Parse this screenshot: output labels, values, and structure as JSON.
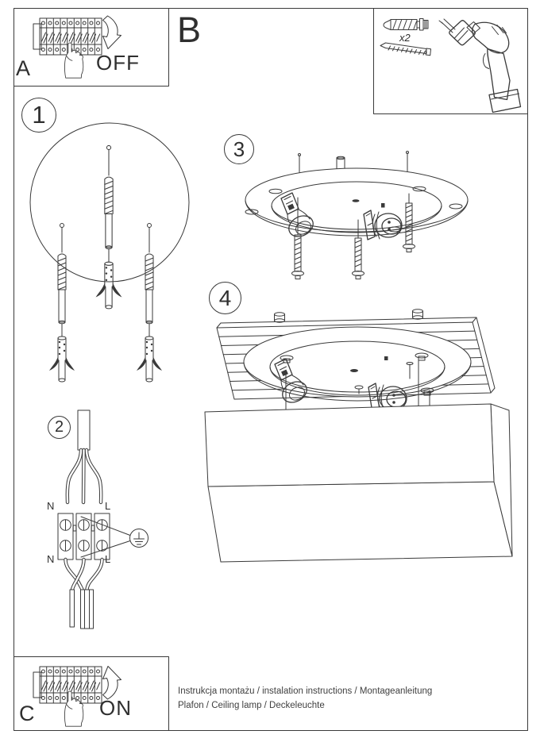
{
  "colors": {
    "background": "#ffffff",
    "line": "#3a3a3a",
    "text": "#2f2f2f"
  },
  "panel_a": {
    "label": "A",
    "state": "OFF"
  },
  "panel_b": {
    "label": "B",
    "quantity": "x2"
  },
  "panel_c": {
    "label": "C",
    "state": "ON"
  },
  "steps": {
    "s1": "1",
    "s2": "2",
    "s3": "3",
    "s4": "4"
  },
  "wiring": {
    "n_top": "N",
    "l_top": "L",
    "n_bottom": "N",
    "l_bottom": "L"
  },
  "footer": {
    "line1": "Instrukcja montażu / instalation instructions / Montageanleitung",
    "line2": "Plafon / Ceiling lamp / Deckeleuchte"
  },
  "icons": {
    "breaker-panel-icon": "row of circuit breakers",
    "pressing-hand-icon": "hand pressing breaker switch",
    "curved-arrow-down-icon": "arrow toward OFF",
    "curved-arrow-up-icon": "arrow toward ON",
    "wall-plug-icon": "expansion wall plug",
    "screw-icon": "mounting screw",
    "drill-icon": "power drill",
    "magnifier-circle-icon": "zoom detail circle",
    "ground-symbol-icon": "protective earth symbol",
    "terminal-block-icon": "3-pole terminal block",
    "mounting-plate-icon": "round ceiling mounting plate",
    "lamp-socket-icon": "E27 lamp socket",
    "shade-box-icon": "square lamp shade"
  }
}
